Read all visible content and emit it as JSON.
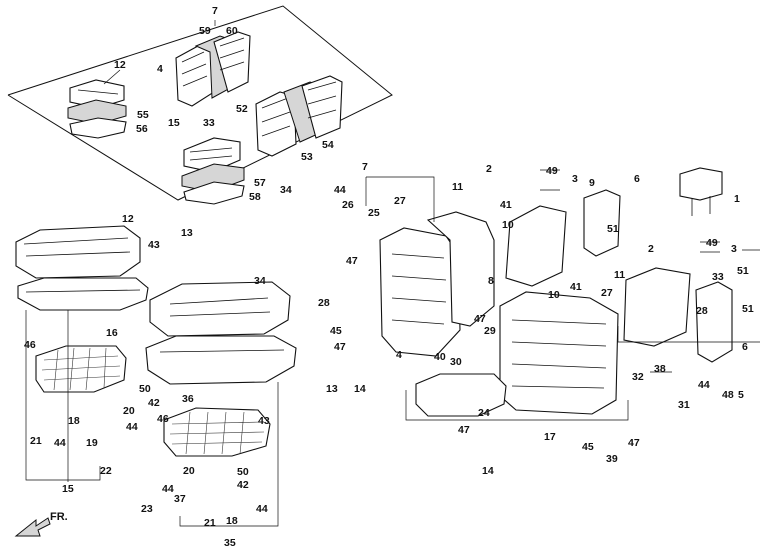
{
  "diagram": {
    "direction_label": "FR.",
    "callouts": [
      {
        "id": "c-7-top",
        "text": "7"
      },
      {
        "id": "c-59",
        "text": "59"
      },
      {
        "id": "c-60",
        "text": "60"
      },
      {
        "id": "c-4-top",
        "text": "4"
      },
      {
        "id": "c-12-top",
        "text": "12"
      },
      {
        "id": "c-55",
        "text": "55"
      },
      {
        "id": "c-56",
        "text": "56"
      },
      {
        "id": "c-15-top",
        "text": "15"
      },
      {
        "id": "c-52",
        "text": "52"
      },
      {
        "id": "c-53",
        "text": "53"
      },
      {
        "id": "c-54",
        "text": "54"
      },
      {
        "id": "c-33-top",
        "text": "33"
      },
      {
        "id": "c-57",
        "text": "57"
      },
      {
        "id": "c-34-top",
        "text": "34"
      },
      {
        "id": "c-58",
        "text": "58"
      },
      {
        "id": "c-12",
        "text": "12"
      },
      {
        "id": "c-43-a",
        "text": "43"
      },
      {
        "id": "c-13-a",
        "text": "13"
      },
      {
        "id": "c-34",
        "text": "34"
      },
      {
        "id": "c-16",
        "text": "16"
      },
      {
        "id": "c-46-a",
        "text": "46"
      },
      {
        "id": "c-50-a",
        "text": "50"
      },
      {
        "id": "c-42-a",
        "text": "42"
      },
      {
        "id": "c-20-a",
        "text": "20"
      },
      {
        "id": "c-44-a",
        "text": "44"
      },
      {
        "id": "c-21-a",
        "text": "21"
      },
      {
        "id": "c-18-a",
        "text": "18"
      },
      {
        "id": "c-19",
        "text": "19"
      },
      {
        "id": "c-44-b",
        "text": "44"
      },
      {
        "id": "c-22",
        "text": "22"
      },
      {
        "id": "c-15",
        "text": "15"
      },
      {
        "id": "c-36",
        "text": "36"
      },
      {
        "id": "c-46-b",
        "text": "46"
      },
      {
        "id": "c-43-b",
        "text": "43"
      },
      {
        "id": "c-20-b",
        "text": "20"
      },
      {
        "id": "c-50-b",
        "text": "50"
      },
      {
        "id": "c-42-b",
        "text": "42"
      },
      {
        "id": "c-44-c",
        "text": "44"
      },
      {
        "id": "c-37",
        "text": "37"
      },
      {
        "id": "c-23",
        "text": "23"
      },
      {
        "id": "c-21-b",
        "text": "21"
      },
      {
        "id": "c-18-b",
        "text": "18"
      },
      {
        "id": "c-44-d",
        "text": "44"
      },
      {
        "id": "c-35",
        "text": "35"
      },
      {
        "id": "c-7",
        "text": "7"
      },
      {
        "id": "c-44-e",
        "text": "44"
      },
      {
        "id": "c-26",
        "text": "26"
      },
      {
        "id": "c-25",
        "text": "25"
      },
      {
        "id": "c-27-a",
        "text": "27"
      },
      {
        "id": "c-47-a",
        "text": "47"
      },
      {
        "id": "c-28-a",
        "text": "28"
      },
      {
        "id": "c-45-a",
        "text": "45"
      },
      {
        "id": "c-47-b",
        "text": "47"
      },
      {
        "id": "c-4",
        "text": "4"
      },
      {
        "id": "c-13-b",
        "text": "13"
      },
      {
        "id": "c-14-a",
        "text": "14"
      },
      {
        "id": "c-2-a",
        "text": "2"
      },
      {
        "id": "c-49-a",
        "text": "49"
      },
      {
        "id": "c-3-a",
        "text": "3"
      },
      {
        "id": "c-11-a",
        "text": "11"
      },
      {
        "id": "c-41-a",
        "text": "41"
      },
      {
        "id": "c-10-a",
        "text": "10"
      },
      {
        "id": "c-9",
        "text": "9"
      },
      {
        "id": "c-6-a",
        "text": "6"
      },
      {
        "id": "c-1",
        "text": "1"
      },
      {
        "id": "c-51-a",
        "text": "51"
      },
      {
        "id": "c-2-b",
        "text": "2"
      },
      {
        "id": "c-49-b",
        "text": "49"
      },
      {
        "id": "c-3-b",
        "text": "3"
      },
      {
        "id": "c-8",
        "text": "8"
      },
      {
        "id": "c-11-b",
        "text": "11"
      },
      {
        "id": "c-10-b",
        "text": "10"
      },
      {
        "id": "c-41-b",
        "text": "41"
      },
      {
        "id": "c-27-b",
        "text": "27"
      },
      {
        "id": "c-33",
        "text": "33"
      },
      {
        "id": "c-51-b",
        "text": "51"
      },
      {
        "id": "c-28-b",
        "text": "28"
      },
      {
        "id": "c-51-c",
        "text": "51"
      },
      {
        "id": "c-47-c",
        "text": "47"
      },
      {
        "id": "c-29",
        "text": "29"
      },
      {
        "id": "c-40",
        "text": "40"
      },
      {
        "id": "c-30",
        "text": "30"
      },
      {
        "id": "c-6-b",
        "text": "6"
      },
      {
        "id": "c-32",
        "text": "32"
      },
      {
        "id": "c-38",
        "text": "38"
      },
      {
        "id": "c-44-f",
        "text": "44"
      },
      {
        "id": "c-48",
        "text": "48"
      },
      {
        "id": "c-5",
        "text": "5"
      },
      {
        "id": "c-24",
        "text": "24"
      },
      {
        "id": "c-31",
        "text": "31"
      },
      {
        "id": "c-47-d",
        "text": "47"
      },
      {
        "id": "c-17",
        "text": "17"
      },
      {
        "id": "c-45-b",
        "text": "45"
      },
      {
        "id": "c-47-e",
        "text": "47"
      },
      {
        "id": "c-14-b",
        "text": "14"
      },
      {
        "id": "c-39",
        "text": "39"
      }
    ]
  }
}
